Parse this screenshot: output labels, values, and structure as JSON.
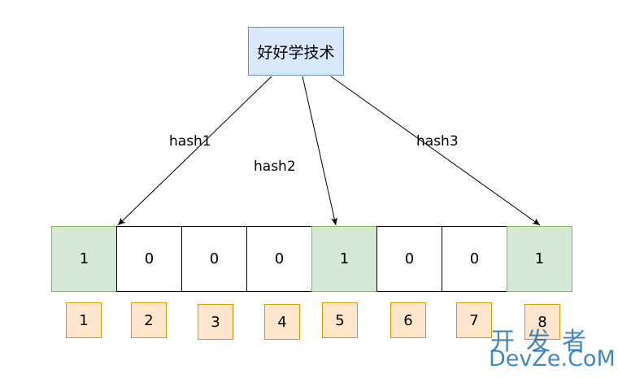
{
  "diagram": {
    "source_label": "好好学技术",
    "hash_labels": [
      "hash1",
      "hash2",
      "hash3"
    ],
    "bits": [
      "1",
      "0",
      "0",
      "0",
      "1",
      "0",
      "0",
      "1"
    ],
    "indices": [
      "1",
      "2",
      "3",
      "4",
      "5",
      "6",
      "7",
      "8"
    ]
  },
  "watermark": {
    "chinese": "开发者",
    "english": "DevZe.CoM"
  },
  "colors": {
    "source_fill": "#dae8fc",
    "source_stroke": "#6c8ebf",
    "bit_on_fill": "#d5e8d4",
    "bit_on_stroke": "#82b366",
    "index_fill": "#ffe6cc",
    "index_stroke": "#d79b00",
    "watermark": "#1a6fb0"
  }
}
